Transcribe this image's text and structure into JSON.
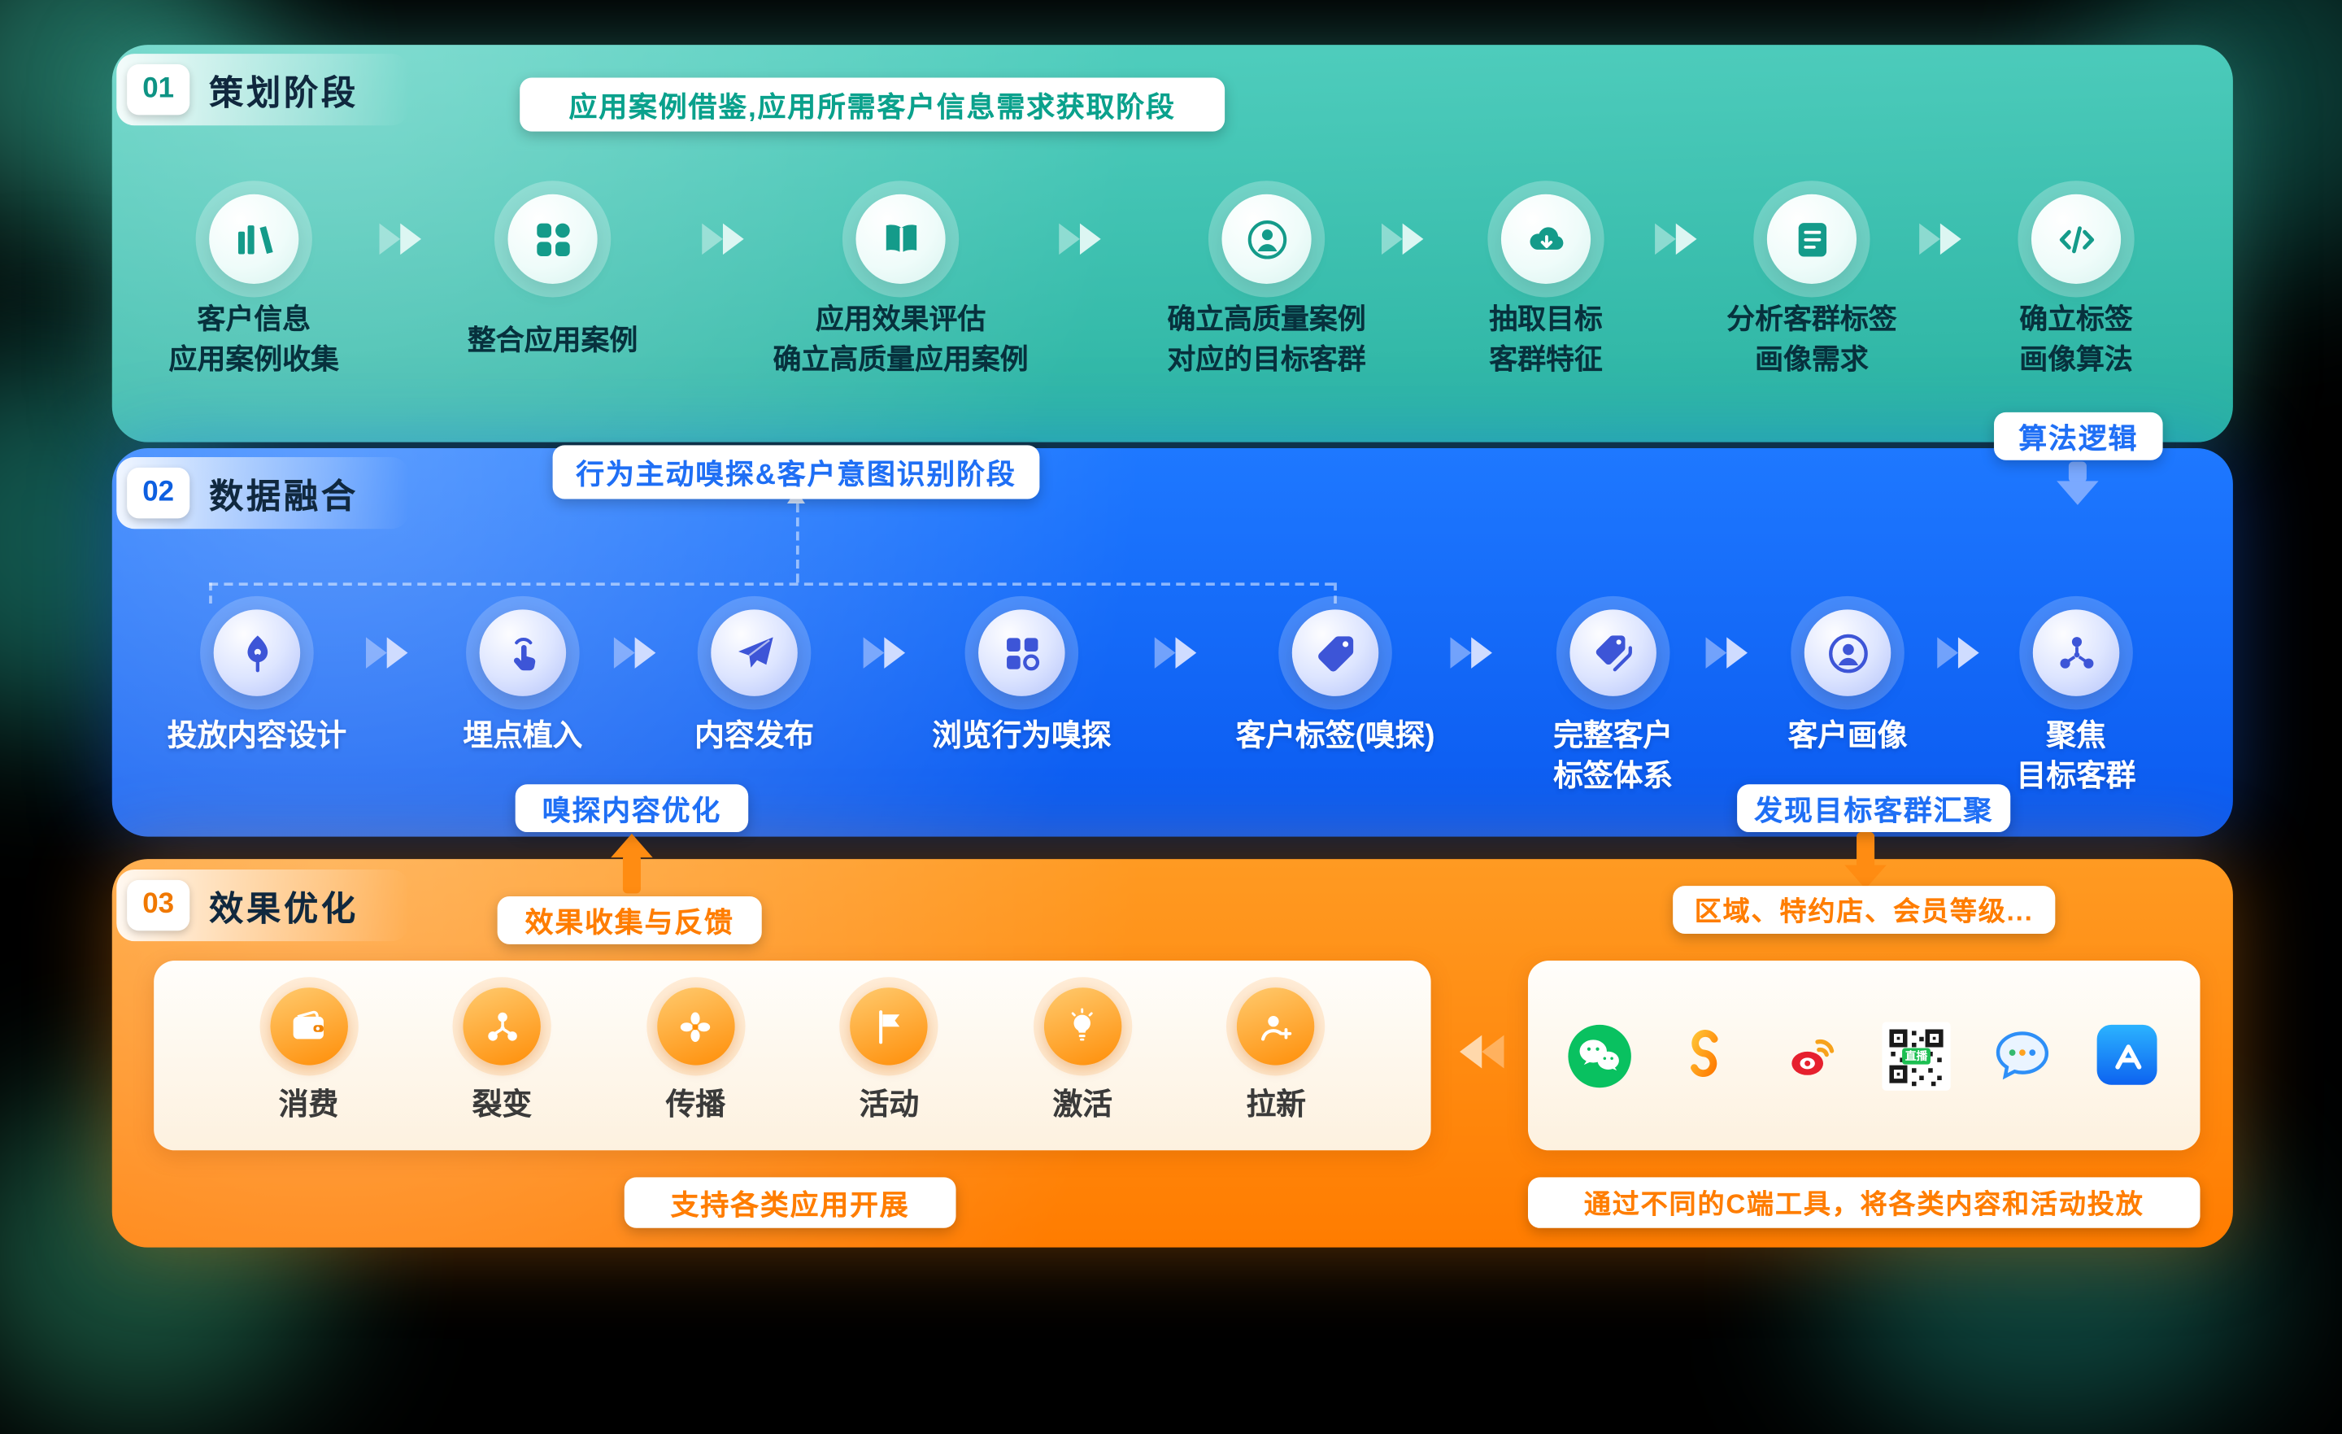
{
  "colors": {
    "phase1_teal": "#2fbcab",
    "phase2_blue": "#0d68f1",
    "phase3_orange": "#ff8200"
  },
  "phase1": {
    "number": "01",
    "title": "策划阶段",
    "banner": "应用案例借鉴,应用所需客户信息需求获取阶段",
    "steps": [
      {
        "label": "客户信息\n应用案例收集",
        "icon": "books-chart-icon"
      },
      {
        "label": "整合应用案例",
        "icon": "grid-icon"
      },
      {
        "label": "应用效果评估\n确立高质量应用案例",
        "icon": "open-book-icon"
      },
      {
        "label": "确立高质量案例\n对应的目标客群",
        "icon": "person-circle-icon"
      },
      {
        "label": "抽取目标\n客群特征",
        "icon": "cloud-download-icon"
      },
      {
        "label": "分析客群标签\n画像需求",
        "icon": "document-list-icon"
      },
      {
        "label": "确立标签\n画像算法",
        "icon": "code-icon"
      }
    ],
    "algorithm_tag": "算法逻辑"
  },
  "phase2": {
    "number": "02",
    "title": "数据融合",
    "banner": "行为主动嗅探&客户意图识别阶段",
    "steps": [
      {
        "label": "投放内容设计",
        "icon": "pen-icon"
      },
      {
        "label": "埋点植入",
        "icon": "tap-icon"
      },
      {
        "label": "内容发布",
        "icon": "send-icon"
      },
      {
        "label": "浏览行为嗅探",
        "icon": "browse-grid-icon"
      },
      {
        "label": "客户标签(嗅探)",
        "icon": "tag-icon"
      },
      {
        "label": "完整客户\n标签体系",
        "icon": "tags-icon"
      },
      {
        "label": "客户画像",
        "icon": "profile-icon"
      },
      {
        "label": "聚焦\n目标客群",
        "icon": "network-icon"
      }
    ],
    "optimize_tag": "嗅探内容优化",
    "gather_tag": "发现目标客群汇聚"
  },
  "phase3": {
    "number": "03",
    "title": "效果优化",
    "feedback_tag": "效果收集与反馈",
    "segment_tag": "区域、特约店、会员等级...",
    "activities": [
      {
        "label": "消费",
        "icon": "wallet-icon"
      },
      {
        "label": "裂变",
        "icon": "fission-icon"
      },
      {
        "label": "传播",
        "icon": "fan-icon"
      },
      {
        "label": "活动",
        "icon": "flag-icon"
      },
      {
        "label": "激活",
        "icon": "bulb-icon"
      },
      {
        "label": "拉新",
        "icon": "add-user-icon"
      }
    ],
    "activities_caption": "支持各类应用开展",
    "channels_caption": "通过不同的C端工具，将各类内容和活动投放",
    "channels": [
      {
        "name": "wechat"
      },
      {
        "name": "wechat-shop"
      },
      {
        "name": "weibo"
      },
      {
        "name": "live-qrcode",
        "label": "直播"
      },
      {
        "name": "customer-chat"
      },
      {
        "name": "app-store"
      }
    ]
  }
}
